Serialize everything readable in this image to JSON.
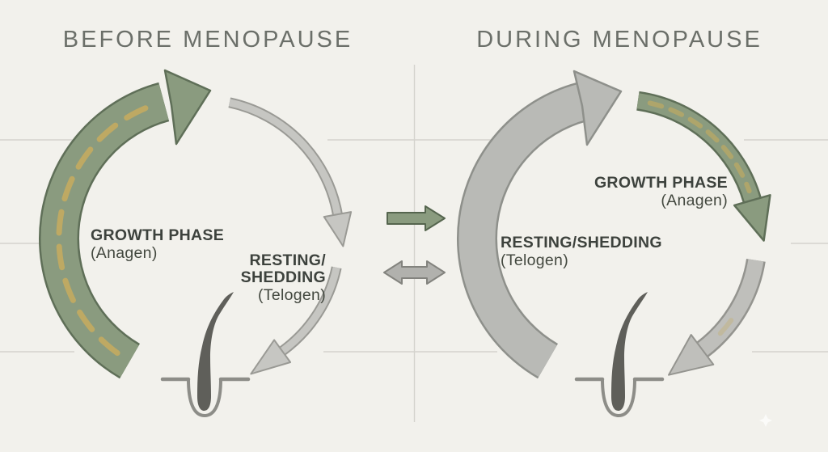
{
  "panels": {
    "before": {
      "title": "BEFORE MENOPAUSE",
      "growth_phase": {
        "label": "GROWTH PHASE",
        "sublabel": "(Anagen)"
      },
      "resting_phase": {
        "label_line1": "RESTING/",
        "label_line2": "SHEDDING",
        "sublabel": "(Telogen)"
      }
    },
    "during": {
      "title": "DURING MENOPAUSE",
      "growth_phase": {
        "label": "GROWTH PHASE",
        "sublabel": "(Anagen)"
      },
      "resting_phase": {
        "label": "RESTING/SHEDDING",
        "sublabel": "(Telogen)"
      }
    }
  },
  "icons": {
    "transition_arrow": "green-right-arrow",
    "exchange_arrows": "gray-double-headed-arrow",
    "growth_arc": "green-circular-arrow-with-gold-dashes",
    "resting_arc": "gray-circular-arrow",
    "hair_follicle": "hair-shaft-in-follicle",
    "watermark": "sparkle"
  },
  "colors": {
    "background": "#f2f1ec",
    "growth_green": "#8a9b7f",
    "growth_green_outline": "#5f6f58",
    "gold_dash": "#c7ab5e",
    "resting_gray": "#b9bab6",
    "resting_gray_outline": "#8e908b",
    "thin_gray": "#c6c6c2",
    "thin_gray_outline": "#9a9a95",
    "double_arrow_gray": "#b1b1ad",
    "title_text": "#6b6f69",
    "label_text": "#3d423d",
    "hair": "#5f5f5a",
    "skin_line": "#8d8d88",
    "guide_line": "#d4d3cd"
  }
}
